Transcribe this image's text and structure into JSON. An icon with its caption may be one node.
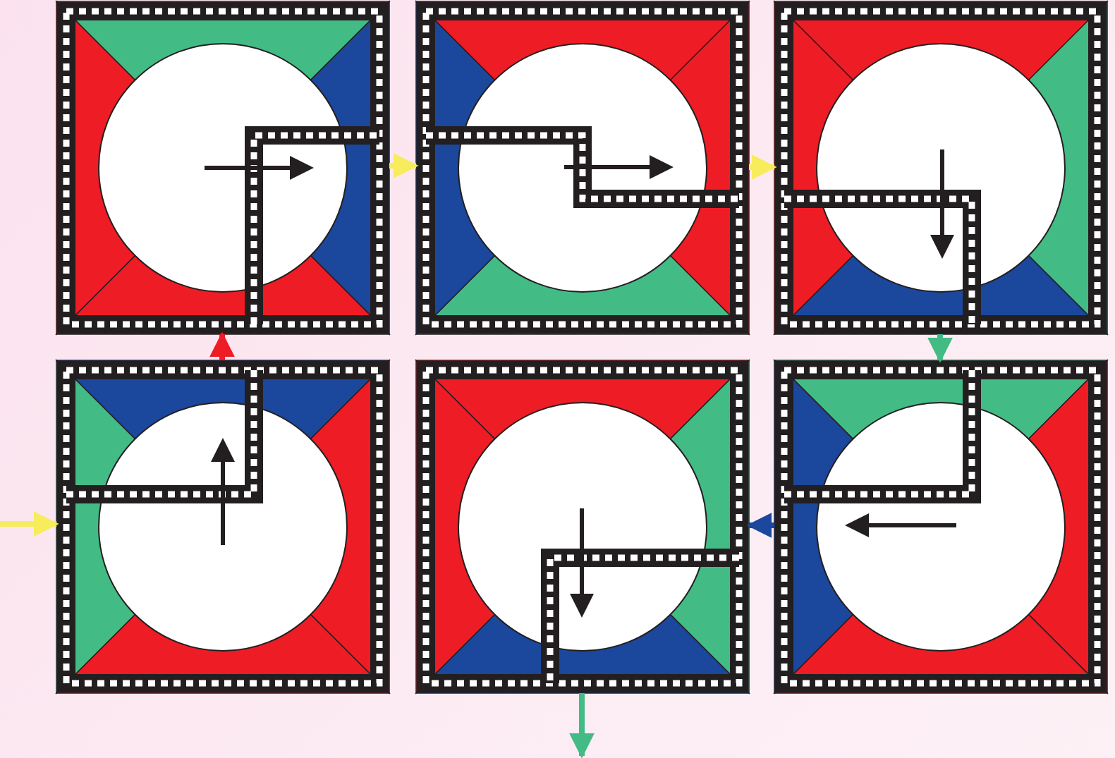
{
  "diagram": {
    "nodes": [
      {
        "text": [],
        "shape": "box"
      },
      {
        "text": [],
        "shape": "box"
      },
      {
        "text": [],
        "shape": "box"
      },
      {
        "text": [],
        "shape": "box"
      },
      {
        "text": [],
        "shape": "box"
      },
      {
        "text": [],
        "shape": "box"
      }
    ],
    "edges": [
      {
        "from": null,
        "to": 3,
        "arrow": "to"
      },
      {
        "from": 3,
        "to": 0,
        "arrow": "to",
        "color": "#ee1c25"
      },
      {
        "from": 0,
        "to": 1,
        "arrow": "to"
      },
      {
        "from": 1,
        "to": 2,
        "arrow": "to"
      },
      {
        "from": 2,
        "to": 5,
        "arrow": "to",
        "color": "#42bb85"
      },
      {
        "from": 5,
        "to": 4,
        "arrow": "to",
        "color": "#1b479c"
      },
      {
        "from": 4,
        "to": null,
        "arrow": "to",
        "color": "#42bb85"
      }
    ]
  }
}
